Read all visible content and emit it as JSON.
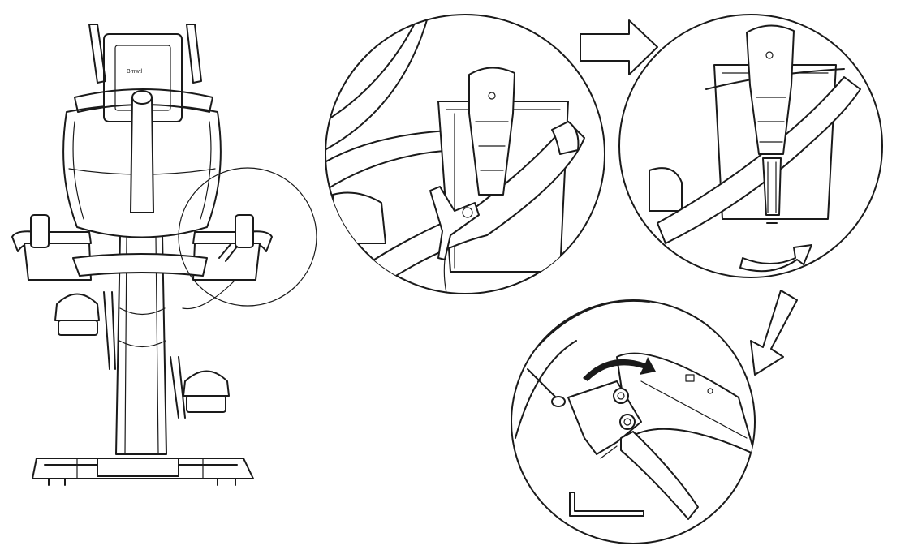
{
  "figure": {
    "console_brand": "Bmwtl",
    "steps": [
      "overview",
      "detail-1",
      "detail-2",
      "detail-3"
    ]
  },
  "colors": {
    "line": "#1a1a1a",
    "background": "#ffffff"
  },
  "icons": [
    "arrow-right-icon",
    "arrow-down-left-icon",
    "rotate-arrow-icon",
    "allen-key-icon"
  ]
}
